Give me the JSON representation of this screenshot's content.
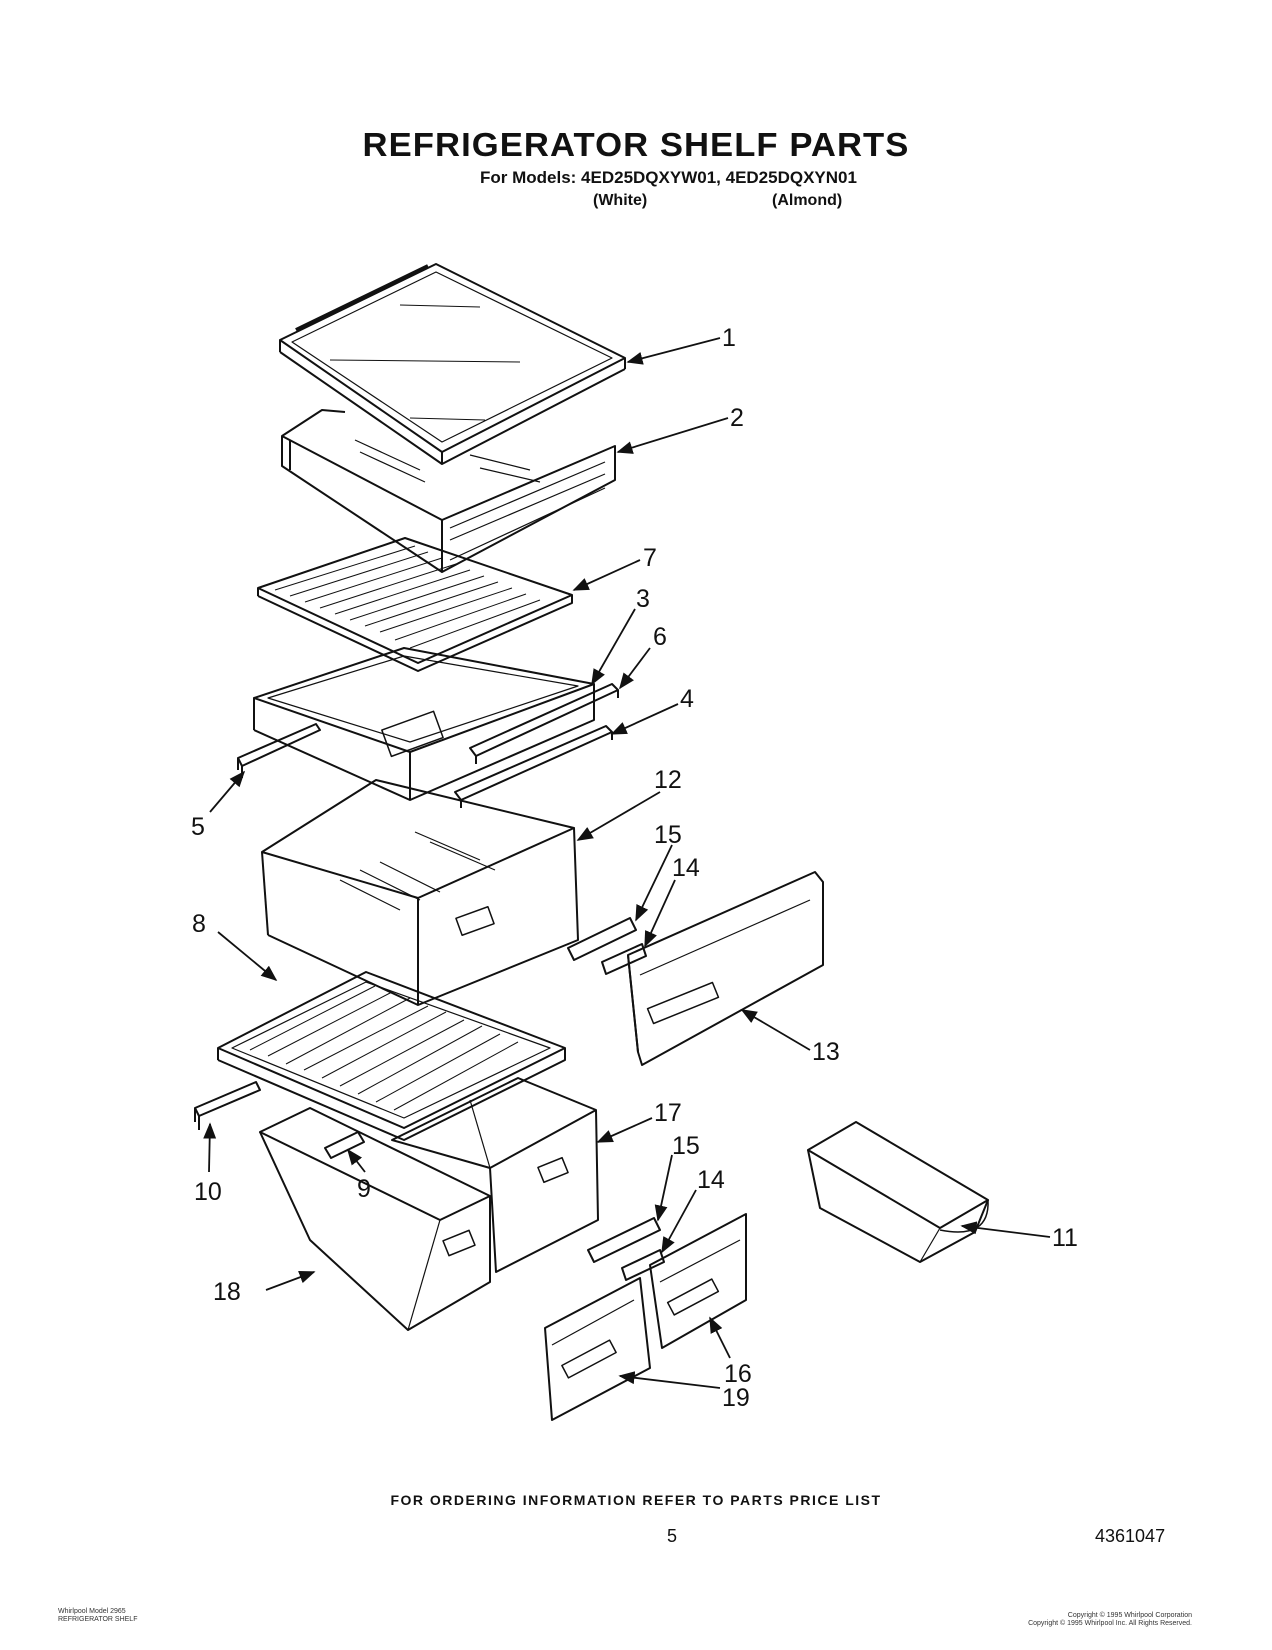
{
  "header": {
    "title": "REFRIGERATOR SHELF PARTS",
    "models_line": "For Models: 4ED25DQXYW01, 4ED25DQXYN01",
    "variant_white": "(White)",
    "variant_almond": "(Almond)"
  },
  "callouts": [
    "1",
    "2",
    "7",
    "3",
    "6",
    "4",
    "5",
    "12",
    "15",
    "14",
    "8",
    "13",
    "17",
    "15",
    "14",
    "10",
    "9",
    "11",
    "18",
    "16",
    "19"
  ],
  "footer": {
    "ordering_note": "FOR ORDERING INFORMATION REFER TO PARTS PRICE LIST",
    "page_number": "5",
    "document_number": "4361047"
  },
  "fine_print": {
    "left_line1": "Whirlpool Model 2965",
    "left_line2": "REFRIGERATOR SHELF",
    "right_line1": "Copyright © 1995 Whirlpool Corporation",
    "right_line2": "Copyright © 1995 Whirlpool Inc. All Rights Reserved."
  }
}
